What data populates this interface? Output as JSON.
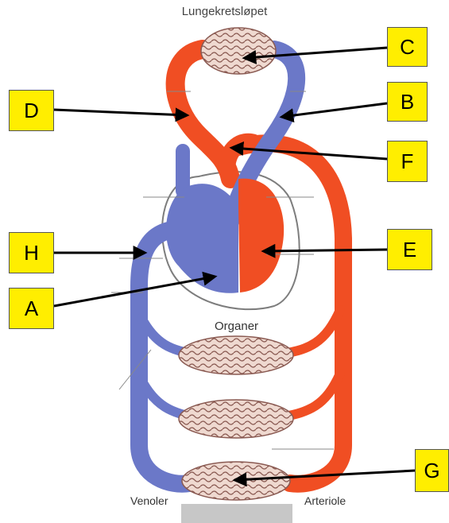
{
  "title": "Lungekretsløpet",
  "organs_label": "Organer",
  "venules_label": "Venoler",
  "arteriole_label": "Arteriole",
  "markers": {
    "A": "A",
    "B": "B",
    "C": "C",
    "D": "D",
    "E": "E",
    "F": "F",
    "G": "G",
    "H": "H"
  },
  "colors": {
    "artery": "#f04e23",
    "vein": "#6b78c8",
    "capillary": "#b98a7e",
    "label_bg": "#ffee00"
  }
}
